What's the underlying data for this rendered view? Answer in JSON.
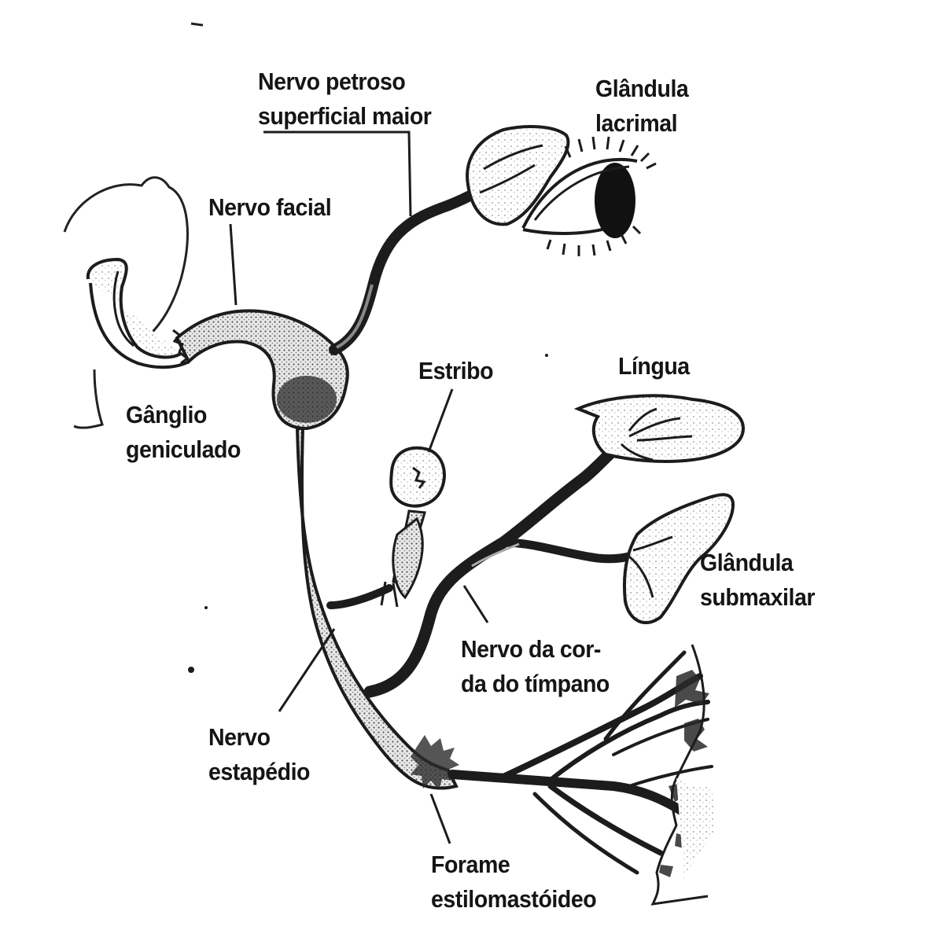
{
  "labels": {
    "petroso": {
      "line1": "Nervo petroso",
      "line2": "superficial maior"
    },
    "glandula_lacrimal": {
      "line1": "Glândula",
      "line2": "lacrimal"
    },
    "facial": {
      "line1": "Nervo facial"
    },
    "ganglio": {
      "line1": "Gânglio",
      "line2": "geniculado"
    },
    "estribo": {
      "line1": "Estribo"
    },
    "lingua": {
      "line1": "Língua"
    },
    "submaxilar": {
      "line1": "Glândula",
      "line2": "submaxilar"
    },
    "corda": {
      "line1": "Nervo da cor-",
      "line2": "da do tímpano"
    },
    "estapedio": {
      "line1": "Nervo",
      "line2": "estapédio"
    },
    "forame": {
      "line1": "Forame",
      "line2": "estilomastóideo"
    }
  },
  "colors": {
    "ink": "#151515",
    "background": "#ffffff",
    "shade": "#8a8a8a"
  }
}
